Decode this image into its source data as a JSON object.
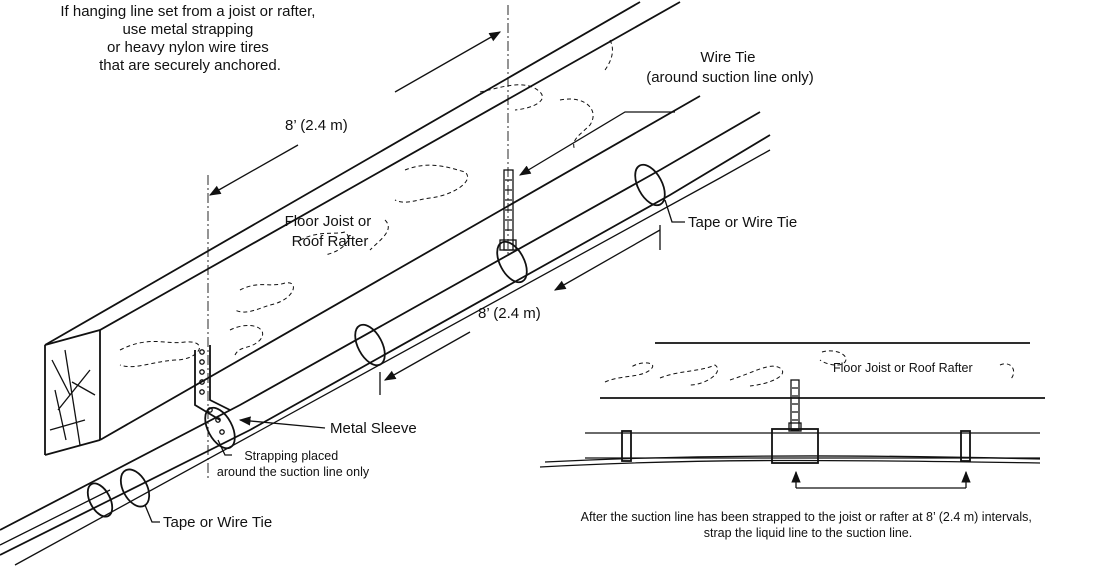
{
  "labels": {
    "top_note": [
      "If hanging line set from a joist or rafter,",
      "use metal strapping",
      "or heavy nylon wire tires",
      "that are securely anchored."
    ],
    "wire_tie": [
      "Wire Tie",
      "(around suction line only)"
    ],
    "spacing_upper": "8’ (2.4 m)",
    "spacing_lower": "8’ (2.4 m)",
    "floor_joist": [
      "Floor Joist or",
      "Roof Rafter"
    ],
    "tape_wire_tie_right": "Tape or Wire Tie",
    "tape_wire_tie_left": "Tape or Wire Tie",
    "metal_sleeve": "Metal Sleeve",
    "strapping": [
      "Strapping placed",
      "around the suction line only"
    ],
    "inset_joist": "Floor Joist or Roof Rafter",
    "inset_caption": [
      "After the suction line has been strapped to the joist or rafter at 8’ (2.4 m) intervals,",
      "strap the liquid line to the suction line."
    ]
  },
  "colors": {
    "ink": "#111111",
    "background": "#ffffff"
  }
}
